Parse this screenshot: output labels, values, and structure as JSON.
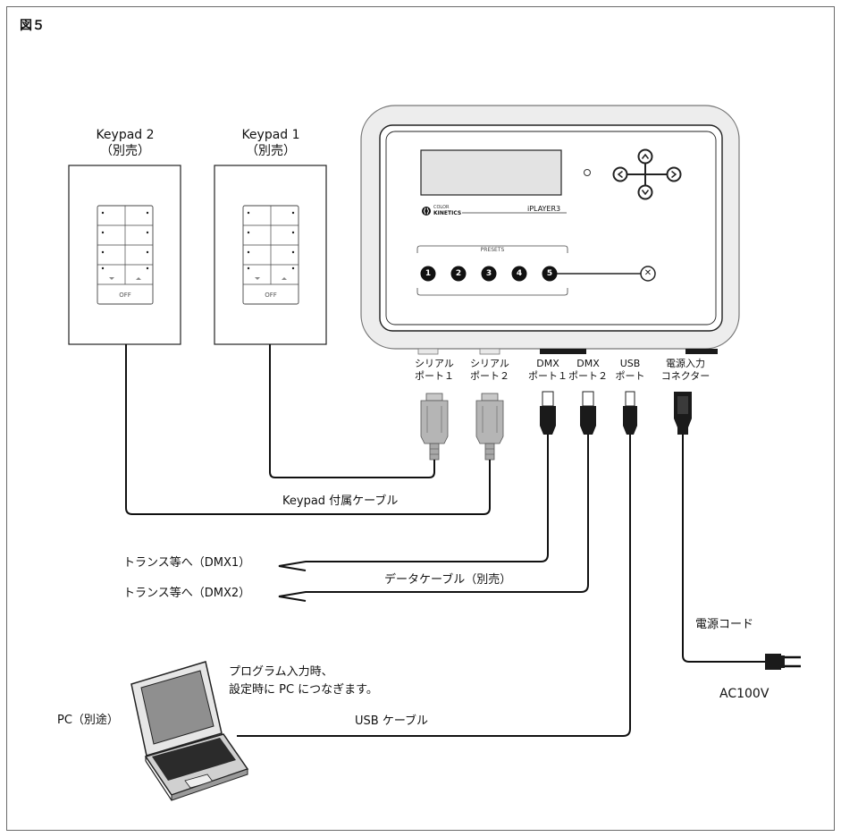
{
  "figure": {
    "label": "図５"
  },
  "keypads": [
    {
      "name": "Keypad  2",
      "sub": "（別売）",
      "off_label": "OFF"
    },
    {
      "name": "Keypad  1",
      "sub": "（別売）",
      "off_label": "OFF"
    }
  ],
  "device": {
    "brand_small": "COLOR",
    "brand": "KINETICS",
    "model": "iPLAYER3",
    "presets_label": "PRESETS",
    "preset_buttons": [
      "1",
      "2",
      "3",
      "4",
      "5"
    ],
    "cancel_symbol": "✕"
  },
  "ports": [
    {
      "line1": "シリアル",
      "line2": "ポート１"
    },
    {
      "line1": "シリアル",
      "line2": "ポート２"
    },
    {
      "line1": "DMX",
      "line2": "ポート１"
    },
    {
      "line1": "DMX",
      "line2": "ポート２"
    },
    {
      "line1": "USB",
      "line2": "ポート"
    },
    {
      "line1": "電源入力",
      "line2": "コネクター"
    }
  ],
  "labels": {
    "keypad_cable": "Keypad 付属ケーブル",
    "dmx1_target": "トランス等へ（DMX1）",
    "dmx2_target": "トランス等へ（DMX2）",
    "data_cable": "データケーブル（別売）",
    "power_cord": "電源コード",
    "ac": "AC100V",
    "pc_note_1": "プログラム入力時、",
    "pc_note_2": "設定時に PC につなぎます。",
    "pc": "PC（別途）",
    "usb_cable": "USB ケーブル"
  },
  "colors": {
    "line": "#111111",
    "frame": "#6b6b6b",
    "serial_connector": "#b5b5b5"
  }
}
